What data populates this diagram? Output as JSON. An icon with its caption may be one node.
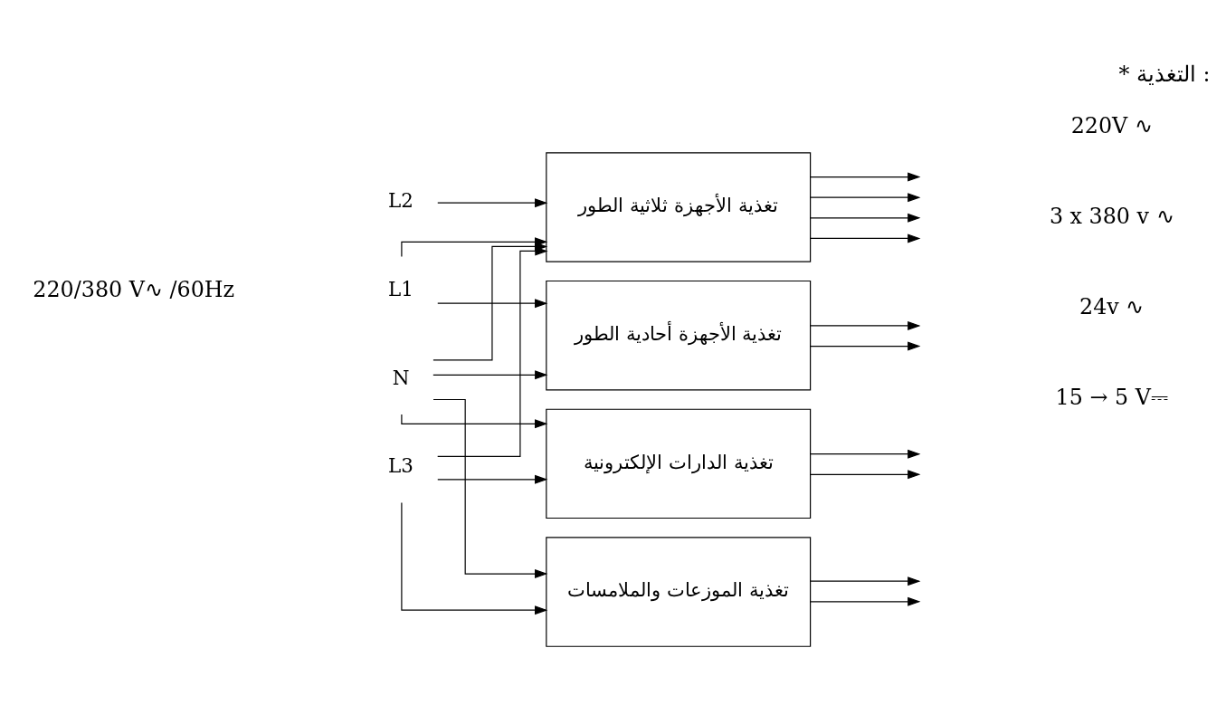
{
  "diagram": {
    "title": "* التغذية :",
    "nodes": [
      {
        "text": [
          "L1"
        ]
      },
      {
        "text": [
          "L2"
        ]
      },
      {
        "text": [
          "L3"
        ]
      },
      {
        "text": [
          "N"
        ]
      },
      {
        "text": [
          "تغذية الأجهزة ثلاثية الطور"
        ]
      },
      {
        "text": [
          "تغذية الأجهزة أحادية الطور"
        ]
      },
      {
        "text": [
          "تغذية الموزعات والملامسات"
        ]
      },
      {
        "text": [
          "تغذية الدارات الإلكترونية"
        ]
      }
    ],
    "edges": [
      {
        "from": 0,
        "to": 4,
        "arrow": "to"
      },
      {
        "from": 1,
        "to": 4,
        "arrow": "to"
      },
      {
        "from": 2,
        "to": 4,
        "arrow": "to"
      },
      {
        "from": 3,
        "to": 4,
        "arrow": "to"
      },
      {
        "from": 0,
        "to": 5,
        "arrow": "to"
      },
      {
        "from": 3,
        "to": 5,
        "arrow": "to"
      },
      {
        "from": 2,
        "to": 6,
        "arrow": "to"
      },
      {
        "from": 3,
        "to": 6,
        "arrow": "to"
      },
      {
        "from": 2,
        "to": 7,
        "arrow": "to"
      },
      {
        "from": 3,
        "to": 7,
        "arrow": "to"
      },
      {
        "from": 4,
        "to": null,
        "arrow": "to"
      },
      {
        "from": 4,
        "to": null,
        "arrow": "to"
      },
      {
        "from": 4,
        "to": null,
        "arrow": "to"
      },
      {
        "from": 4,
        "to": null,
        "arrow": "to"
      },
      {
        "from": 5,
        "to": null,
        "arrow": "to"
      },
      {
        "from": 5,
        "to": null,
        "arrow": "to"
      },
      {
        "from": 6,
        "to": null,
        "arrow": "to"
      },
      {
        "from": 6,
        "to": null,
        "arrow": "to"
      },
      {
        "from": 7,
        "to": null,
        "arrow": "to"
      },
      {
        "from": 7,
        "to": null,
        "arrow": "to"
      }
    ],
    "labels": [
      "220/380 V∿ /60Hz",
      "3 x 380 v ∿",
      "220V ∿",
      "24v ∿",
      "15 → 5 V⎓"
    ]
  }
}
